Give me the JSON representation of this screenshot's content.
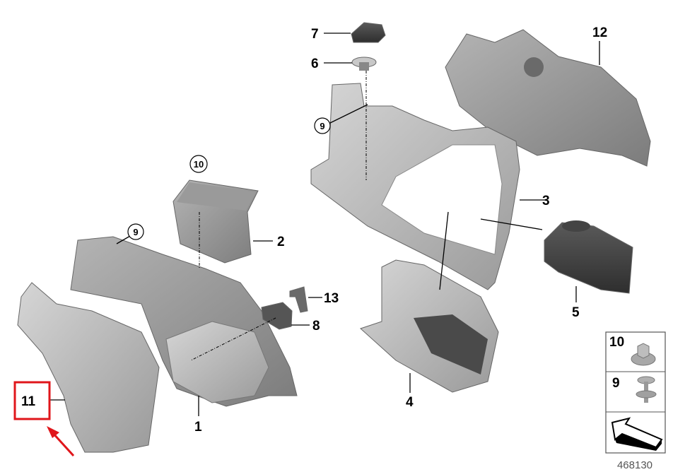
{
  "diagram": {
    "callouts": {
      "p1": "1",
      "p2": "2",
      "p3": "3",
      "p4": "4",
      "p5": "5",
      "p6": "6",
      "p7": "7",
      "p8": "8",
      "p9a": "9",
      "p9b": "9",
      "p10": "10",
      "p11": "11",
      "p12": "12",
      "p13": "13"
    },
    "legend": {
      "item10": "10",
      "item9": "9"
    },
    "reference_number": "468130",
    "highlight_color": "#e0161b"
  }
}
